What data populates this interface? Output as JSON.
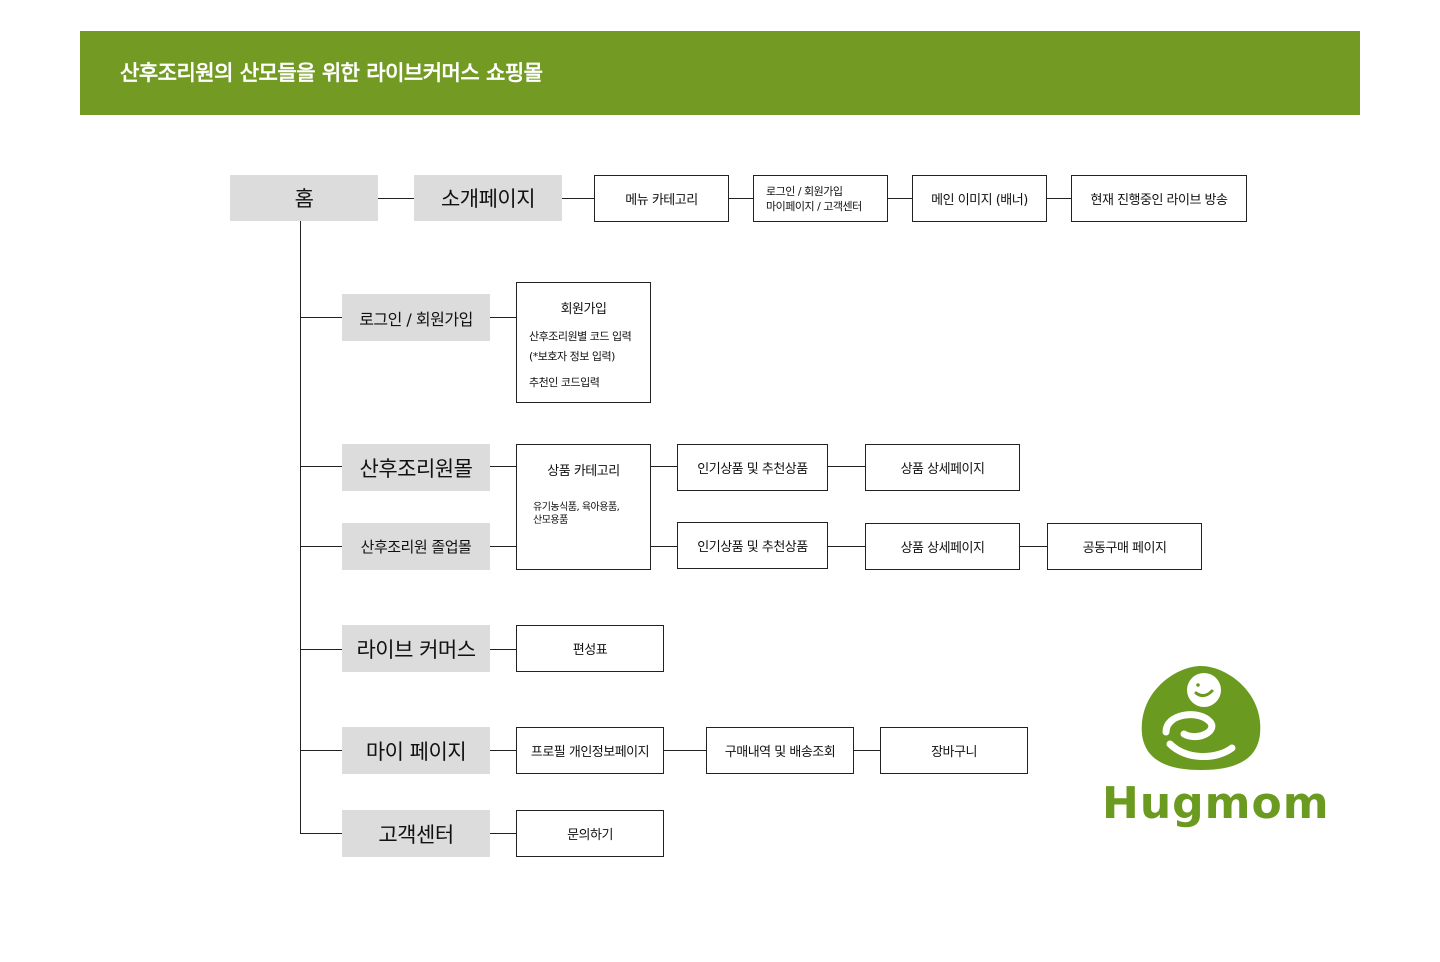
{
  "header": {
    "title": "산후조리원의 산모들을 위한 라이브커머스 쇼핑몰"
  },
  "colors": {
    "accent": "#739a22",
    "logo": "#6a9a1f",
    "category_box": "#dcdcdc"
  },
  "home": "홈",
  "intro": {
    "label": "소개페이지",
    "items": [
      "메뉴 카테고리",
      "로그인 / 회원가입",
      "마이페이지 / 고객센터",
      "메인 이미지 (배너)",
      "현재 진행중인 라이브 방송"
    ]
  },
  "login": {
    "label": "로그인 / 회원가입",
    "signup_title": "회원가입",
    "signup_line1": "산후조리원별 코드 입력",
    "signup_line2": "(*보호자 정보 입력)",
    "signup_line3": "추천인 코드입력"
  },
  "mall": {
    "label": "산후조리원몰",
    "category_title": "상품 카테고리",
    "category_desc1": "유기농식품, 육아용품,",
    "category_desc2": "산모용품",
    "popular": "인기상품 및 추천상품",
    "detail": "상품 상세페이지"
  },
  "grad_mall": {
    "label": "산후조리원 졸업몰",
    "popular": "인기상품 및 추천상품",
    "detail": "상품 상세페이지",
    "group_buy": "공동구매 페이지"
  },
  "live": {
    "label": "라이브 커머스",
    "schedule": "편성표"
  },
  "mypage": {
    "label": "마이 페이지",
    "profile": "프로필 개인정보페이지",
    "orders": "구매내역 및 배송조회",
    "cart": "장바구니"
  },
  "support": {
    "label": "고객센터",
    "inquiry": "문의하기"
  },
  "logo": {
    "text": "Hugmom",
    "icon": "hug-logo-icon"
  }
}
